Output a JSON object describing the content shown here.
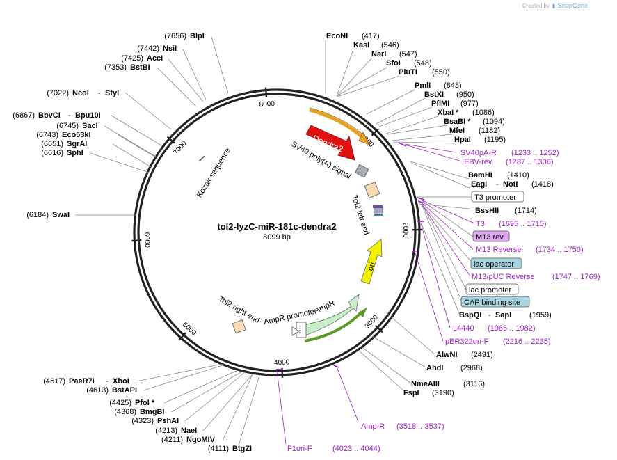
{
  "credit": {
    "text": "Created by",
    "brand": "SnapGene"
  },
  "plasmid": {
    "name": "tol2-lyzC-miR-181c-dendra2",
    "size": "8099 bp",
    "length": 8099
  },
  "ticks": [
    {
      "pos": 1000,
      "label": "1000"
    },
    {
      "pos": 2000,
      "label": "2000"
    },
    {
      "pos": 3000,
      "label": "3000"
    },
    {
      "pos": 4000,
      "label": "4000"
    },
    {
      "pos": 5000,
      "label": "5000"
    },
    {
      "pos": 6000,
      "label": "6000"
    },
    {
      "pos": 7000,
      "label": "7000"
    },
    {
      "pos": 8000,
      "label": "8000"
    }
  ],
  "left_labels": [
    {
      "id": "blpi",
      "num": "(7656)",
      "name": "BlpI"
    },
    {
      "id": "nsii",
      "num": "(7442)",
      "name": "NsiI"
    },
    {
      "id": "acci",
      "num": "(7425)",
      "name": "AccI"
    },
    {
      "id": "bstbi",
      "num": "(7353)",
      "name": "BstBI"
    },
    {
      "id": "ncoi",
      "num": "(7022)",
      "name": "NcoI",
      "extra": "StyI"
    },
    {
      "id": "bbvci",
      "num": "(6867)",
      "name": "BbvCI",
      "extra": "Bpu10I"
    },
    {
      "id": "saci",
      "num": "(6745)",
      "name": "SacI"
    },
    {
      "id": "eco53ki",
      "num": "(6743)",
      "name": "Eco53kI"
    },
    {
      "id": "sgrai",
      "num": "(6651)",
      "name": "SgrAI"
    },
    {
      "id": "sphi",
      "num": "(6616)",
      "name": "SphI"
    },
    {
      "id": "swai",
      "num": "(6184)",
      "name": "SwaI"
    },
    {
      "id": "paer7i",
      "num": "(4617)",
      "name": "PaeR7I",
      "extra": "XhoI"
    },
    {
      "id": "bstapi",
      "num": "(4613)",
      "name": "BstAPI"
    },
    {
      "id": "pfoi",
      "num": "(4425)",
      "name": "PfoI *"
    },
    {
      "id": "bmgbi",
      "num": "(4368)",
      "name": "BmgBI"
    },
    {
      "id": "pshai",
      "num": "(4323)",
      "name": "PshAI"
    },
    {
      "id": "naei",
      "num": "(4213)",
      "name": "NaeI"
    },
    {
      "id": "ngomiv",
      "num": "(4211)",
      "name": "NgoMIV"
    },
    {
      "id": "btgzi",
      "num": "(4111)",
      "name": "BtgZI"
    }
  ],
  "right_labels": [
    {
      "id": "econi",
      "name": "EcoNI",
      "num": "(417)"
    },
    {
      "id": "kasi",
      "name": "KasI",
      "num": "(546)"
    },
    {
      "id": "nari",
      "name": "NarI",
      "num": "(547)"
    },
    {
      "id": "sfoi",
      "name": "SfoI",
      "num": "(548)"
    },
    {
      "id": "pluti",
      "name": "PluTI",
      "num": "(550)"
    },
    {
      "id": "pmli",
      "name": "PmlI",
      "num": "(848)"
    },
    {
      "id": "bstxi",
      "name": "BstXI",
      "num": "(950)"
    },
    {
      "id": "pflmi",
      "name": "PflMI",
      "num": "(977)"
    },
    {
      "id": "xbai",
      "name": "XbaI *",
      "num": "(1086)"
    },
    {
      "id": "bsabi",
      "name": "BsaBI *",
      "num": "(1094)"
    },
    {
      "id": "mfei",
      "name": "MfeI",
      "num": "(1182)"
    },
    {
      "id": "hpai",
      "name": "HpaI",
      "num": "(1195)"
    },
    {
      "id": "bamhi",
      "name": "BamHI",
      "num": "(1410)"
    },
    {
      "id": "eagi",
      "name": "EagI",
      "extra": "NotI",
      "num": "(1418)"
    },
    {
      "id": "bsshii",
      "name": "BssHII",
      "num": "(1714)"
    },
    {
      "id": "bspqi",
      "name": "BspQI",
      "extra": "SapI",
      "num": "(1959)"
    },
    {
      "id": "alwni",
      "name": "AlwNI",
      "num": "(2491)"
    },
    {
      "id": "ahdi",
      "name": "AhdI",
      "num": "(2968)"
    },
    {
      "id": "nmeaiii",
      "name": "NmeAIII",
      "num": "(3116)"
    },
    {
      "id": "fspi",
      "name": "FspI",
      "num": "(3190)"
    }
  ],
  "primers": [
    {
      "id": "sv40pa-r",
      "name": "SV40pA-R",
      "range": "(1233 .. 1252)"
    },
    {
      "id": "ebv-rev",
      "name": "EBV-rev",
      "range": "(1287 .. 1306)"
    },
    {
      "id": "t3",
      "name": "T3",
      "range": "(1695 .. 1715)"
    },
    {
      "id": "m13-reverse",
      "name": "M13 Reverse",
      "range": "(1734 .. 1750)"
    },
    {
      "id": "m13puc-reverse",
      "name": "M13/pUC Reverse",
      "range": "(1747 .. 1769)"
    },
    {
      "id": "l4440",
      "name": "L4440",
      "range": "(1965 .. 1982)"
    },
    {
      "id": "pbr322ori-f",
      "name": "pBR322ori-F",
      "range": "(2216 .. 2235)"
    },
    {
      "id": "amp-r",
      "name": "Amp-R",
      "range": "(3518 .. 3537)"
    },
    {
      "id": "f1ori-f",
      "name": "F1ori-F",
      "range": "(4023 .. 4044)"
    }
  ],
  "boxed": [
    {
      "id": "t3-promoter",
      "label": "T3 promoter",
      "color": "#ffffff",
      "text_color": "#000000"
    },
    {
      "id": "m13-rev",
      "label": "M13 rev",
      "color": "#e0a8f0",
      "text_color": "#000000"
    },
    {
      "id": "lac-operator",
      "label": "lac operator",
      "color": "#a8d4e0",
      "text_color": "#000000"
    },
    {
      "id": "lac-promoter",
      "label": "lac promoter",
      "color": "#ffffff",
      "text_color": "#000000"
    },
    {
      "id": "cap-binding-site",
      "label": "CAP binding site",
      "color": "#a8d4e0",
      "text_color": "#000000"
    }
  ],
  "features": {
    "dendra2": "Dendra2",
    "sv40": "SV40 poly(A) signal",
    "tol2_left": "Tol2 left end",
    "tol2_right": "Tol2 right end",
    "ampr_promoter": "AmpR promoter",
    "ampr": "AmpR",
    "ori": "ori",
    "kozak": "Kozak sequence"
  },
  "colors": {
    "dendra2": "#e01010",
    "ampr": "#c8f0c8",
    "ori": "#f0f000",
    "primer": "#a020c8",
    "orange_arrow": "#e8a020",
    "green_arrow": "#5a9a2a"
  }
}
